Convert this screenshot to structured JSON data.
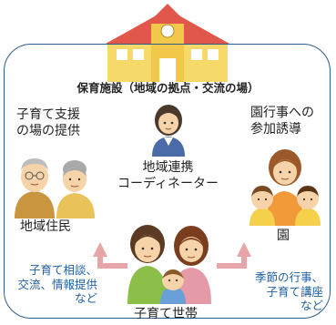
{
  "title": "保育施設（地域の拠点・交流の場）",
  "support_place": [
    "子育て支援",
    "の場の提供"
  ],
  "coordinator": [
    "地域連携",
    "コーディネーター"
  ],
  "event_participation": [
    "園行事への",
    "参加誘導"
  ],
  "residents": "地域住民",
  "kindergarten": "園",
  "family": "子育て世帯",
  "left_services": [
    "子育て相談、",
    "交流、情報提供",
    "など"
  ],
  "right_services": [
    "季節の行事、",
    "子育て講座",
    "など"
  ]
}
